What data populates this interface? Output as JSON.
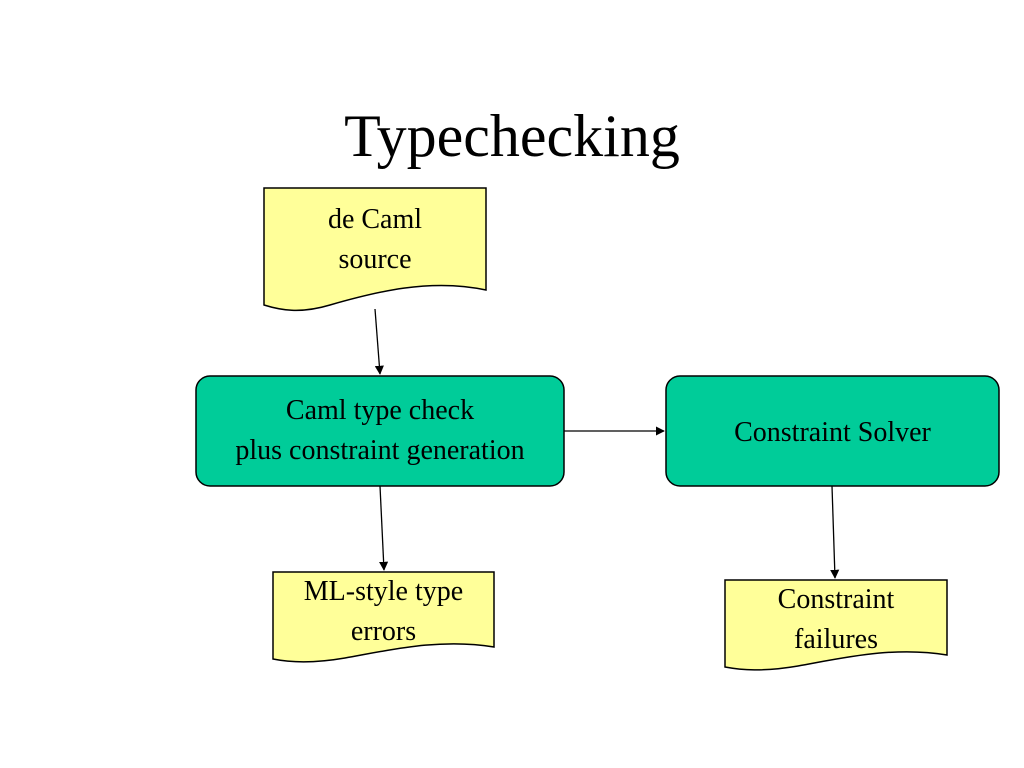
{
  "title": "Typechecking",
  "colors": {
    "document_fill": "#ffff99",
    "process_fill": "#00cc99",
    "stroke": "#000000",
    "background": "#ffffff"
  },
  "nodes": {
    "source_doc": {
      "type": "document",
      "lines": [
        "de Caml",
        "source"
      ]
    },
    "type_check": {
      "type": "process",
      "lines": [
        "Caml type check",
        "plus constraint generation"
      ]
    },
    "solver": {
      "type": "process",
      "lines": [
        "Constraint Solver"
      ]
    },
    "ml_errors": {
      "type": "document",
      "lines": [
        "ML-style type",
        "errors"
      ]
    },
    "constraint_failures": {
      "type": "document",
      "lines": [
        "Constraint",
        "failures"
      ]
    }
  },
  "edges": [
    {
      "from": "source_doc",
      "to": "type_check"
    },
    {
      "from": "type_check",
      "to": "solver"
    },
    {
      "from": "type_check",
      "to": "ml_errors"
    },
    {
      "from": "solver",
      "to": "constraint_failures"
    }
  ]
}
